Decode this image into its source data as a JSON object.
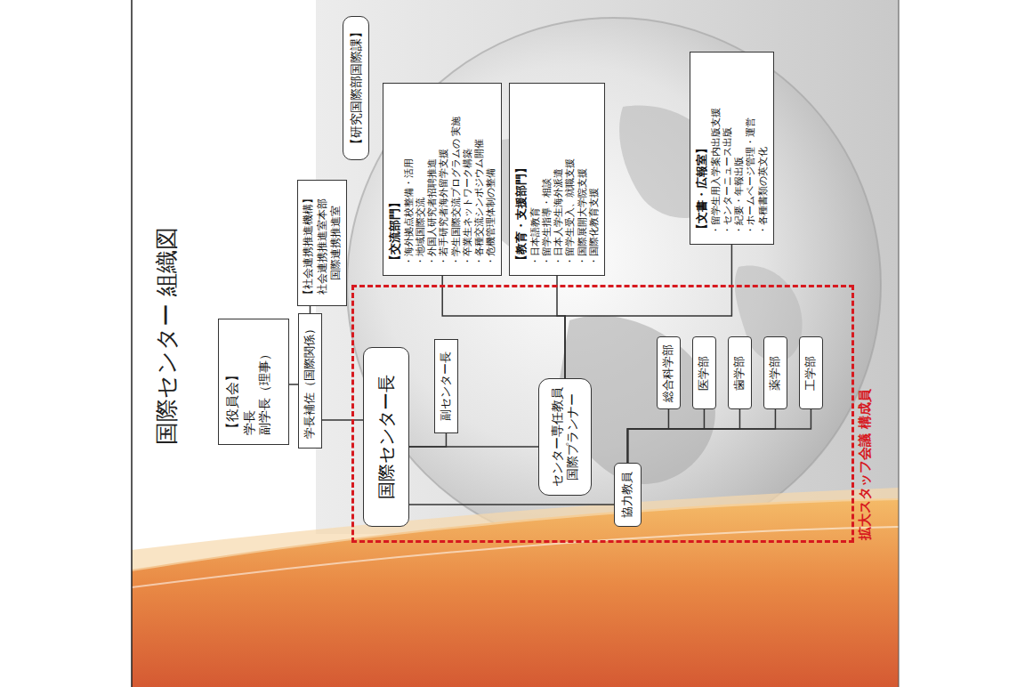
{
  "diagram": {
    "title": "国際センター 組織図",
    "nodes": [
      {
        "text": [
          "【役員会】",
          "学長",
          "副学長（理事）"
        ]
      },
      {
        "text": [
          "学長補佐（国際関係）"
        ]
      },
      {
        "text": [
          "【社会連携推進機構】",
          "社会連携推進室本部",
          "国際連携推進室"
        ]
      },
      {
        "text": [
          "【研究国際部国際課】"
        ]
      },
      {
        "text": [
          "【交流部門】",
          "・海外拠点校整備・活用",
          "・地域国際交流",
          "・外国人研究者招聘推進",
          "・若手研究者海外留学支援",
          "・学生国際交流プログラムの 実施",
          "・卒業生ネットワーク構築",
          "・各種交流シンポジウム開催",
          "・危機管理体制の整備"
        ]
      },
      {
        "text": [
          "【教育・支援部門】",
          "・日本語教育",
          "・留学生指導・相談",
          "・日本人学生海外派遣",
          "・留学生受入、就職支援",
          "・国際展開大学院支援",
          "・国際化教育支援"
        ]
      },
      {
        "text": [
          "【文書・広報室】",
          "・留学生用入学案内出版支援",
          "・センターニュース出版",
          "・紀要・年報出版",
          "・ホームページ管理・運営",
          "・各種書類の英文化"
        ]
      },
      {
        "text": [
          "拡大スタッフ会議 構成員"
        ]
      },
      {
        "text": [
          "国際センター長"
        ],
        "in": 7
      },
      {
        "text": [
          "副センター長"
        ],
        "in": 7
      },
      {
        "text": [
          "センター専任教員",
          "国際プランナー"
        ],
        "in": 7
      },
      {
        "text": [
          "協力教員"
        ],
        "in": 7
      },
      {
        "text": [
          "総合科学部"
        ],
        "in": 7
      },
      {
        "text": [
          "医学部"
        ],
        "in": 7
      },
      {
        "text": [
          "歯学部"
        ],
        "in": 7
      },
      {
        "text": [
          "薬学部"
        ],
        "in": 7
      },
      {
        "text": [
          "工学部"
        ],
        "in": 7
      }
    ],
    "edges": [
      {
        "from": 0,
        "to": 1,
        "arrow": "none"
      },
      {
        "from": 1,
        "to": 8,
        "arrow": "none"
      },
      {
        "from": 1,
        "to": 2,
        "arrow": "none"
      },
      {
        "from": 8,
        "to": 9,
        "arrow": "none"
      },
      {
        "from": 8,
        "to": 10,
        "arrow": "none"
      },
      {
        "from": 8,
        "to": 11,
        "arrow": "none"
      },
      {
        "from": 10,
        "to": 4,
        "arrow": "none"
      },
      {
        "from": 10,
        "to": 5,
        "arrow": "none"
      },
      {
        "from": 10,
        "to": 6,
        "arrow": "none"
      },
      {
        "from": 11,
        "to": 12,
        "arrow": "none"
      },
      {
        "from": 11,
        "to": 13,
        "arrow": "none"
      },
      {
        "from": 11,
        "to": 14,
        "arrow": "none"
      },
      {
        "from": 11,
        "to": 15,
        "arrow": "none"
      },
      {
        "from": 11,
        "to": 16,
        "arrow": "none"
      }
    ]
  }
}
